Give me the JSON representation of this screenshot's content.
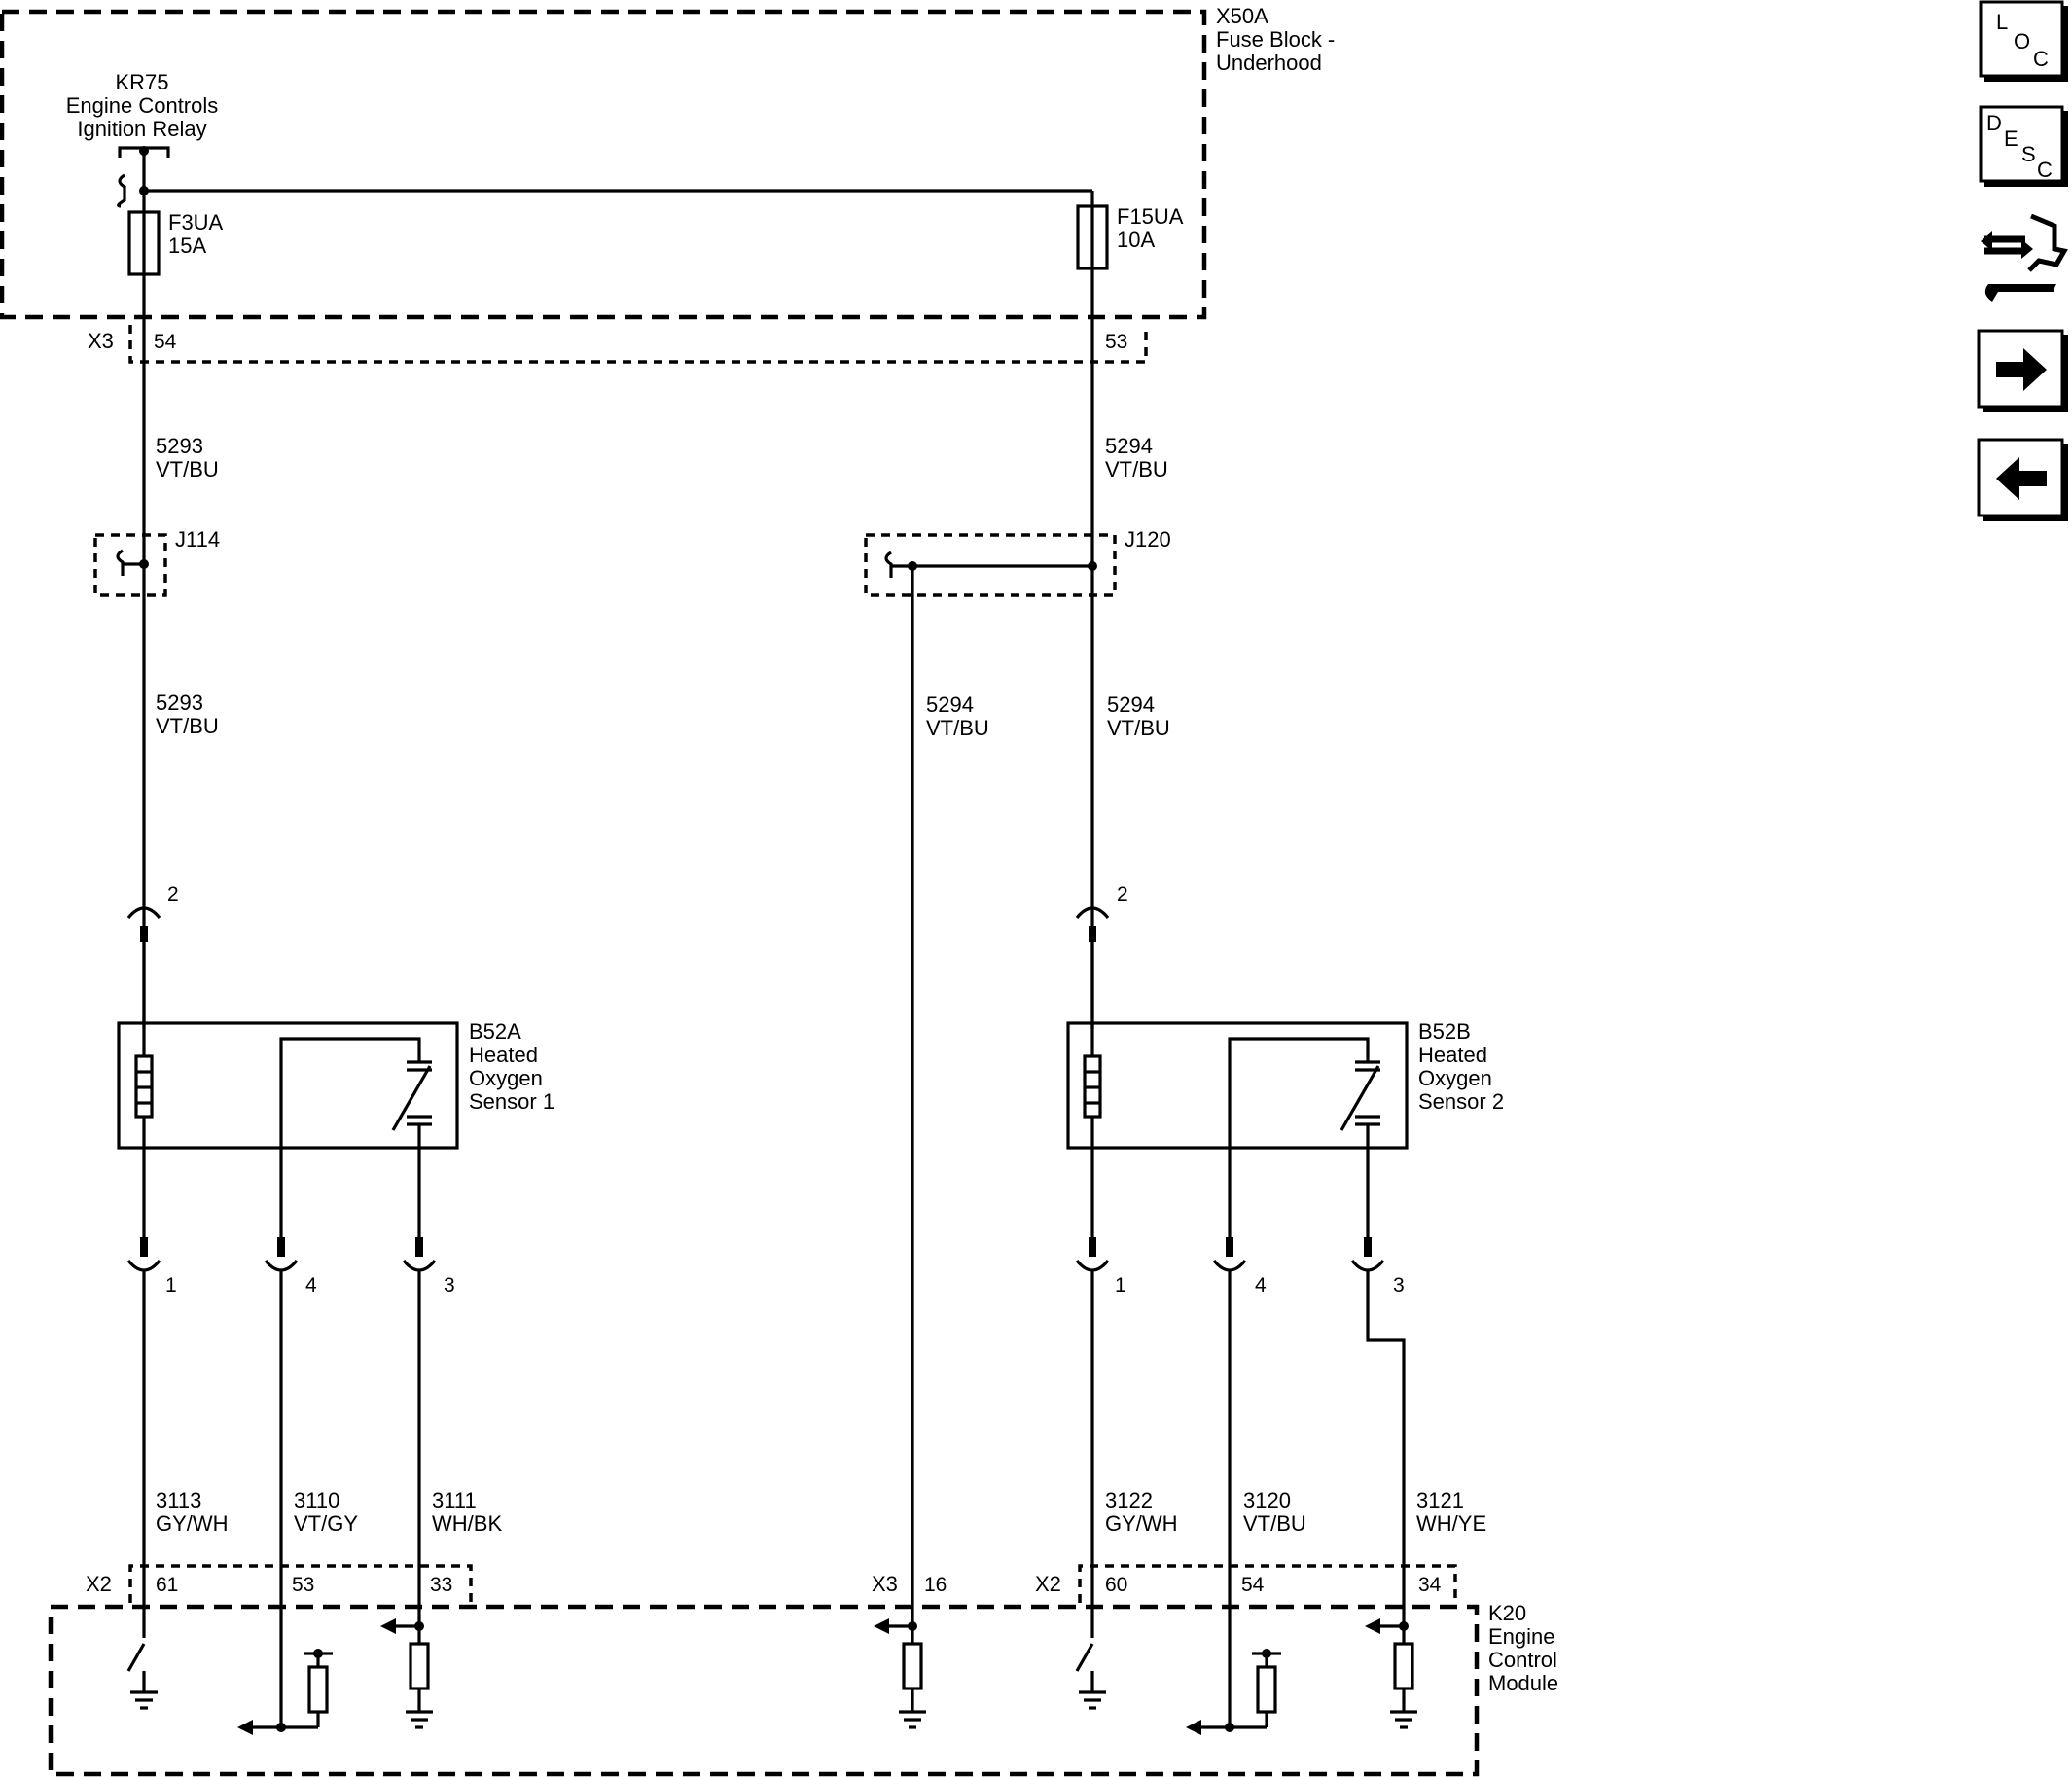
{
  "fuse_block": {
    "id": "X50A",
    "name_line1": "Fuse Block -",
    "name_line2": "Underhood",
    "relay": {
      "id": "KR75",
      "name_line1": "Engine Controls",
      "name_line2": "Ignition Relay"
    },
    "fuses": [
      {
        "id": "F3UA",
        "rating": "15A"
      },
      {
        "id": "F15UA",
        "rating": "10A"
      }
    ],
    "connector": {
      "id": "X3",
      "pins": [
        "54",
        "53"
      ]
    }
  },
  "circuits": {
    "c5293_upper": {
      "number": "5293",
      "color": "VT/BU"
    },
    "c5294_upper": {
      "number": "5294",
      "color": "VT/BU"
    },
    "c5293_lower": {
      "number": "5293",
      "color": "VT/BU"
    },
    "c5294_branch": {
      "number": "5294",
      "color": "VT/BU"
    },
    "c5294_lower": {
      "number": "5294",
      "color": "VT/BU"
    },
    "c3113": {
      "number": "3113",
      "color": "GY/WH"
    },
    "c3110": {
      "number": "3110",
      "color": "VT/GY"
    },
    "c3111": {
      "number": "3111",
      "color": "WH/BK"
    },
    "c3122": {
      "number": "3122",
      "color": "GY/WH"
    },
    "c3120": {
      "number": "3120",
      "color": "VT/BU"
    },
    "c3121": {
      "number": "3121",
      "color": "WH/YE"
    }
  },
  "splices": [
    {
      "id": "J114"
    },
    {
      "id": "J120"
    }
  ],
  "sensors": [
    {
      "id": "B52A",
      "name_line1": "Heated",
      "name_line2": "Oxygen",
      "name_line3": "Sensor 1",
      "top_pin": "2",
      "bottom_pins": [
        "1",
        "4",
        "3"
      ]
    },
    {
      "id": "B52B",
      "name_line1": "Heated",
      "name_line2": "Oxygen",
      "name_line3": "Sensor 2",
      "top_pin": "2",
      "bottom_pins": [
        "1",
        "4",
        "3"
      ]
    }
  ],
  "ecm": {
    "id": "K20",
    "name_line1": "Engine",
    "name_line2": "Control",
    "name_line3": "Module",
    "connector_left": {
      "id": "X2",
      "pins": [
        "61",
        "53",
        "33"
      ]
    },
    "connector_mid": {
      "id": "X3",
      "pins": [
        "16"
      ]
    },
    "connector_right": {
      "id": "X2",
      "pins": [
        "60",
        "54",
        "34"
      ]
    }
  },
  "nav": {
    "loc": {
      "l1": "L",
      "l2": "O",
      "l3": "C",
      "icon": "location-icon"
    },
    "desc": {
      "l1": "D",
      "l2": "E",
      "l3": "S",
      "l4": "C",
      "icon": "description-icon"
    },
    "service": {
      "icon": "connector-repair-icon"
    },
    "next": {
      "icon": "arrow-right-icon"
    },
    "prev": {
      "icon": "arrow-left-icon"
    }
  }
}
